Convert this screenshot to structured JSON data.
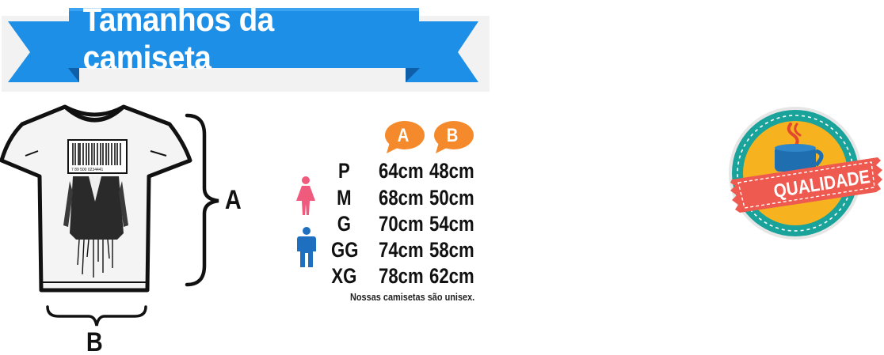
{
  "banner": {
    "title": "Tamanhos da camiseta",
    "color": "#1e8fe6"
  },
  "diagram": {
    "dimension_a_label": "A",
    "dimension_b_label": "B",
    "shirt_print": {
      "barcode_text": "7 89 500 0234441"
    }
  },
  "size_chart": {
    "column_headers": [
      "A",
      "B"
    ],
    "header_bubble_color": "#f58a2c",
    "rows": [
      {
        "size": "P",
        "a": "64cm",
        "b": "48cm"
      },
      {
        "size": "M",
        "a": "68cm",
        "b": "50cm"
      },
      {
        "size": "G",
        "a": "70cm",
        "b": "54cm"
      },
      {
        "size": "GG",
        "a": "74cm",
        "b": "58cm"
      },
      {
        "size": "XG",
        "a": "78cm",
        "b": "62cm"
      }
    ],
    "icons": [
      "female-icon",
      "male-icon"
    ],
    "female_color": "#ef5a7d",
    "male_color": "#1f6fc0",
    "note": "Nossas camisetas são unisex."
  },
  "badge": {
    "label": "QUALIDADE",
    "icon": "coffee-cup-icon",
    "ring_color": "#1aa39a",
    "inner_color": "#f7b21f",
    "ribbon_color": "#ee5a4f"
  }
}
